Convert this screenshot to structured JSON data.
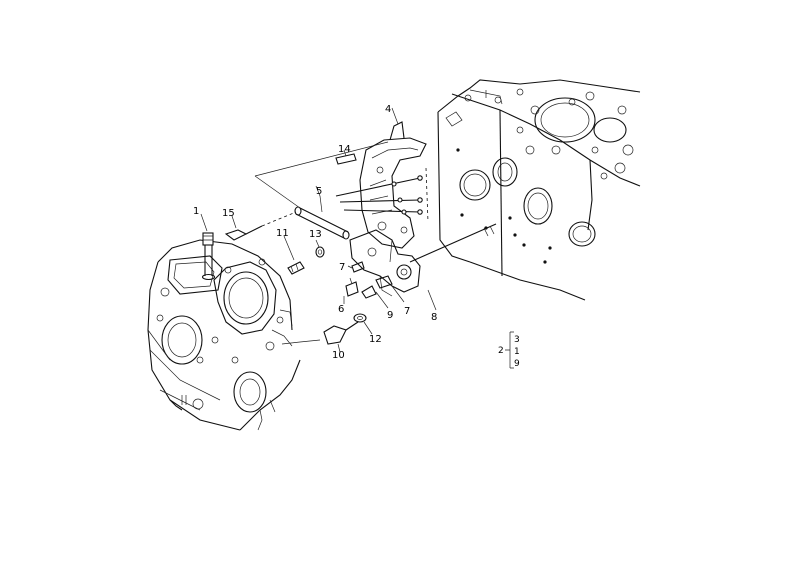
{
  "callouts": {
    "c1": "1",
    "c4": "4",
    "c5": "5",
    "c6": "6",
    "c7a": "7",
    "c7b": "7",
    "c8": "8",
    "c9": "9",
    "c10": "10",
    "c11": "11",
    "c12": "12",
    "c13": "13",
    "c14": "14",
    "c15": "15"
  },
  "legend": {
    "group": "2",
    "item_a": "3",
    "item_b": "1",
    "item_c": "9"
  }
}
